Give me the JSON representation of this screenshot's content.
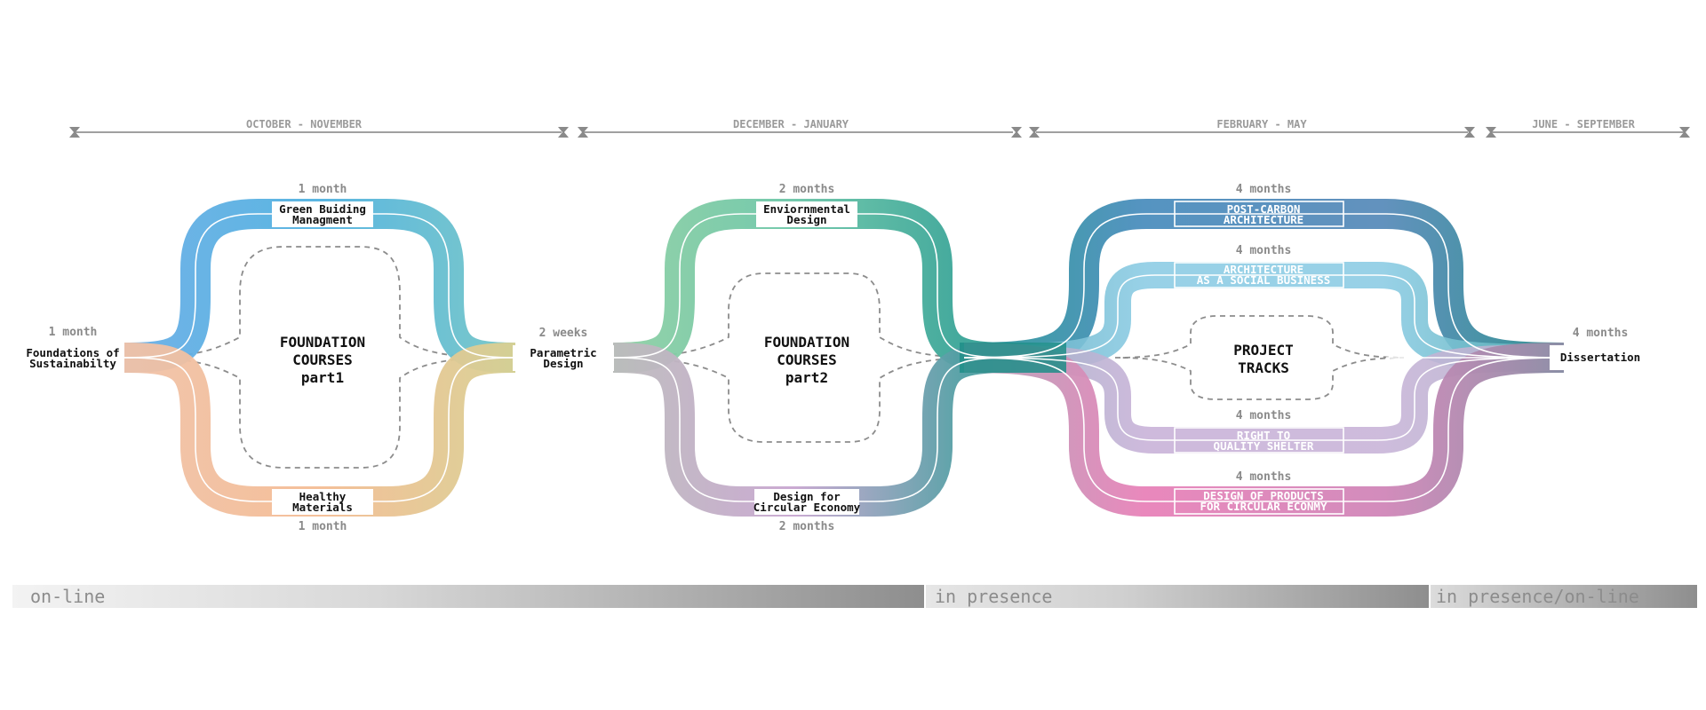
{
  "timeline": [
    {
      "label": "OCTOBER - NOVEMBER"
    },
    {
      "label": "DECEMBER - JANUARY"
    },
    {
      "label": "FEBRUARY - MAY"
    },
    {
      "label": "JUNE - SEPTEMBER"
    }
  ],
  "nodes": {
    "foundations": {
      "line1": "Foundations of",
      "line2": "Sustainabilty",
      "duration": "1 month"
    },
    "green": {
      "line1": "Green Buiding",
      "line2": "Managment",
      "duration": "1 month"
    },
    "healthy": {
      "line1": "Healthy",
      "line2": "Materials",
      "duration": "1 month"
    },
    "parametric": {
      "line1": "Parametric",
      "line2": "Design",
      "duration": "2 weeks"
    },
    "environmental": {
      "line1": "Enviornmental",
      "line2": "Design",
      "duration": "2 months"
    },
    "circular": {
      "line1": "Design for",
      "line2": "Circular Economy",
      "duration": "2 months"
    },
    "postcarbon": {
      "line1": "POST-CARBON",
      "line2": "ARCHITECTURE",
      "duration": "4 months"
    },
    "social": {
      "line1": "ARCHITECTURE",
      "line2": "AS A SOCIAL BUSINESS",
      "duration": "4 months"
    },
    "shelter": {
      "line1": "RIGHT TO",
      "line2": "QUALITY SHELTER",
      "duration": "4 months"
    },
    "products": {
      "line1": "DESIGN OF PRODUCTS",
      "line2": "FOR CIRCULAR ECONMY",
      "duration": "4 months"
    },
    "dissertation": {
      "line1": "Dissertation",
      "duration": "4 months"
    }
  },
  "groups": {
    "part1": {
      "line1": "FOUNDATION",
      "line2": "COURSES",
      "line3": "part1"
    },
    "part2": {
      "line1": "FOUNDATION",
      "line2": "COURSES",
      "line3": "part2"
    },
    "tracks": {
      "line1": "PROJECT",
      "line2": "TRACKS"
    }
  },
  "modes": [
    {
      "label": "on-line"
    },
    {
      "label": "in presence"
    },
    {
      "label": "in presence/on-line"
    }
  ],
  "colors": {
    "foundations": "#b4c4e6",
    "green": "#5cb2e0",
    "healthy": "#f4bc96",
    "parametric": "#7fb07a",
    "environmental": "#6ec8a8",
    "circular": "#c8a8d2",
    "teal": "#1f8e88",
    "postcarbon": "#4a8cbc",
    "social": "#86c6e0",
    "shelter": "#c6b2d8",
    "products": "#e07eb6"
  }
}
